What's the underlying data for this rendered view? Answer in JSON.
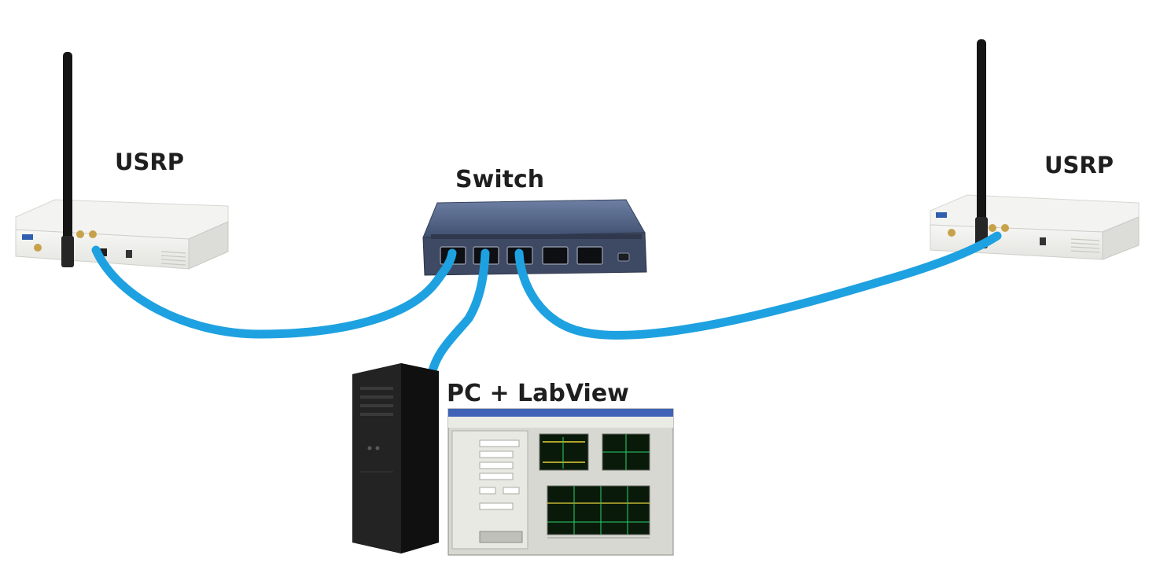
{
  "labels": {
    "usrp_left": "USRP",
    "switch": "Switch",
    "usrp_right": "USRP",
    "pc": "PC + LabView"
  },
  "colors": {
    "cable": "#1ea1e0",
    "switch_body": "#4a5a78",
    "usrp_body": "#ececea",
    "pc_tower": "#1c1c1c",
    "scope_bg": "#0a1a0a",
    "trace_yellow": "#e8d23a",
    "trace_green": "#2bd16b"
  },
  "icons": {
    "antenna_left": "antenna-icon",
    "antenna_right": "antenna-icon",
    "ethernet_ports": "ethernet-port-icon",
    "pc_tower": "desktop-tower-icon",
    "labview_window": "application-window-icon"
  }
}
